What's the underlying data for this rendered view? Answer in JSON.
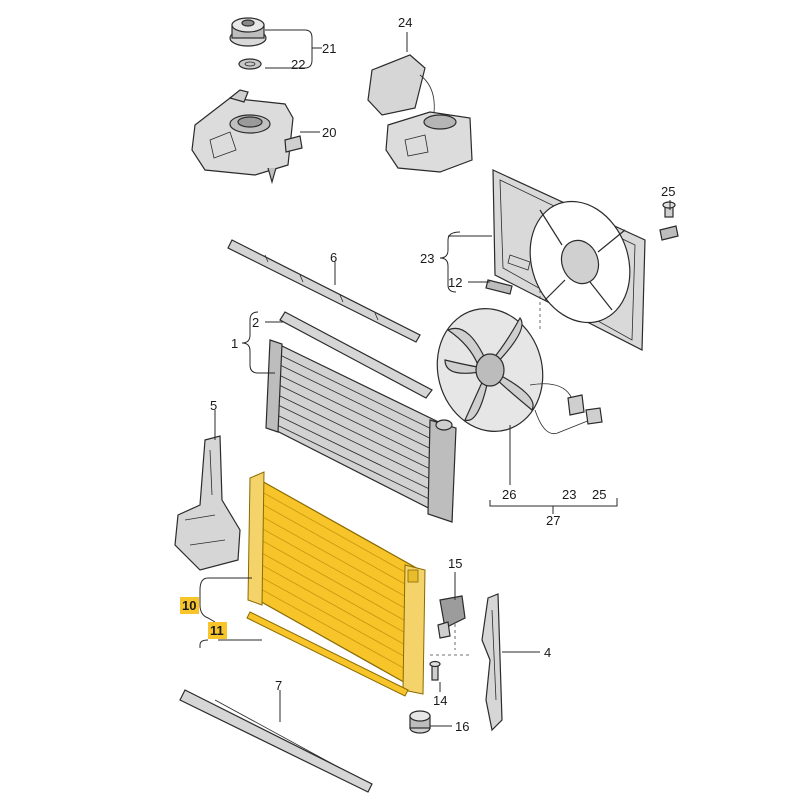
{
  "diagram": {
    "highlight_color": "#f7c52a",
    "callouts": {
      "c1": "1",
      "c2": "2",
      "c4": "4",
      "c5": "5",
      "c6": "6",
      "c7": "7",
      "c10": "10",
      "c11": "11",
      "c12": "12",
      "c14": "14",
      "c15": "15",
      "c16": "16",
      "c20": "20",
      "c21": "21",
      "c22": "22",
      "c23a": "23",
      "c23b": "23",
      "c24": "24",
      "c25a": "25",
      "c25b": "25",
      "c26": "26",
      "c27": "27"
    }
  }
}
